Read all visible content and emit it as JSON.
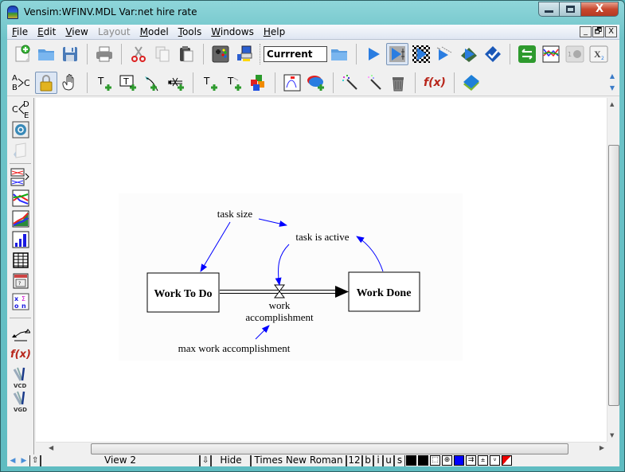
{
  "window": {
    "title": "Vensim:WFINV.MDL Var:net hire rate",
    "caption_buttons": {
      "minimize": "minimize",
      "maximize": "maximize",
      "close": "X"
    }
  },
  "menubar": {
    "items": [
      {
        "label": "File",
        "underline": "F",
        "rest": "ile",
        "disabled": false
      },
      {
        "label": "Edit",
        "underline": "E",
        "rest": "dit",
        "disabled": false
      },
      {
        "label": "View",
        "underline": "V",
        "rest": "iew",
        "disabled": false
      },
      {
        "label": "Layout",
        "underline": "",
        "rest": "Layout",
        "disabled": true
      },
      {
        "label": "Model",
        "underline": "M",
        "rest": "odel",
        "disabled": false
      },
      {
        "label": "Tools",
        "underline": "T",
        "rest": "ools",
        "disabled": false
      },
      {
        "label": "Windows",
        "underline": "W",
        "rest": "indows",
        "disabled": false
      },
      {
        "label": "Help",
        "underline": "H",
        "rest": "elp",
        "disabled": false
      }
    ],
    "mdi_buttons": {
      "minimize": "_",
      "restore": "🗗",
      "close": "X"
    }
  },
  "toolbar_main": {
    "run_name": "Currrent",
    "icons": [
      "new-model-icon",
      "open-folder-icon",
      "save-icon",
      "print-icon",
      "cut-icon",
      "copy-icon",
      "paste-icon",
      "control-panel-icon",
      "set-up-simulation-icon",
      "open-run-folder-icon",
      "simulate-icon",
      "synthesim-icon",
      "gaming-icon",
      "sensitivity-icon",
      "optimize-icon",
      "check-model-icon",
      "causes-uses-icon",
      "graph-icon",
      "units-check-icon",
      "subscript-icon"
    ]
  },
  "toolbar_sketch": {
    "icons": [
      "abc-variable-icon",
      "lock-icon",
      "hand-move-icon",
      "variable-tool-icon",
      "box-variable-icon",
      "arrow-tool-icon",
      "rate-tool-icon",
      "shadow-variable-icon",
      "input-output-icon",
      "merge-icon",
      "sketch-comment-icon",
      "sketch-comment-delete-icon",
      "magic-wand-icon",
      "wand-alt-icon",
      "delete-icon",
      "equations-icon",
      "reference-icon"
    ],
    "equations_label": "f(x)"
  },
  "leftbar": {
    "icons": [
      "causes-tree-icon",
      "uses-tree-icon",
      "loops-icon",
      "document-icon",
      "causes-strip-icon",
      "graph-icon",
      "sensitivity-graph-icon",
      "bar-graph-icon",
      "table-icon",
      "table-time-down-icon",
      "runs-compare-icon",
      "balance-icon",
      "equation-icon",
      "vcd-icon",
      "vgd-icon"
    ],
    "abc_top": "A",
    "abc_bot": "B",
    "abc_c": "C",
    "cde_c": "C",
    "cde_d": "D",
    "cde_e": "E",
    "fx_label": "f(x)",
    "vcd_label": "VCD",
    "vgd_label": "VGD"
  },
  "diagram": {
    "stocks": [
      {
        "label": "Work To Do"
      },
      {
        "label": "Work Done"
      }
    ],
    "flow": {
      "label_line1": "work",
      "label_line2": "accomplishment"
    },
    "variables": [
      {
        "label": "task size"
      },
      {
        "label": "task is active"
      },
      {
        "label": "max work accomplishment"
      }
    ],
    "arrow_color": "#0000ff"
  },
  "statusbar": {
    "view_name": "View 2",
    "hide_label": "Hide",
    "font_name": "Times New Roman",
    "font_size": "12",
    "bold": "b",
    "italic": "i",
    "underline": "u",
    "strike": "s",
    "colors": {
      "text": "#000000",
      "line": "#000000",
      "fill": "#0000ff",
      "unfilled_flag": "#ff0000"
    }
  }
}
